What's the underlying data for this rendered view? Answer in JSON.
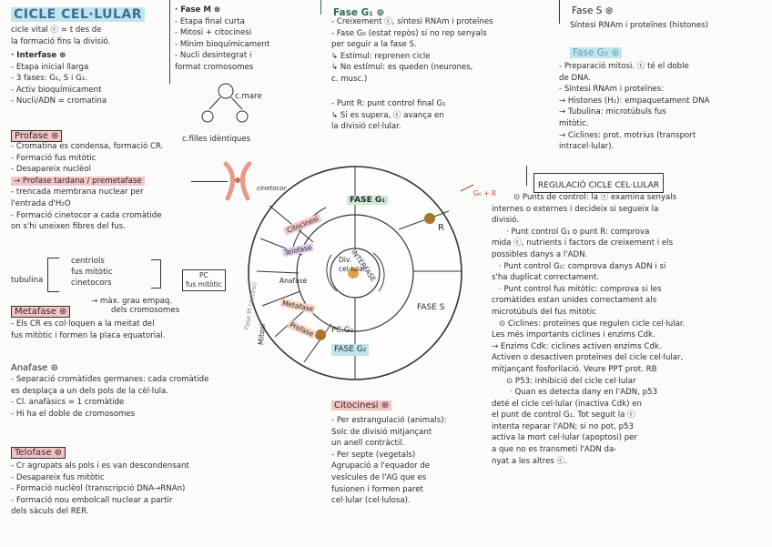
{
  "col1": {
    "title": "CICLE CEL·LULAR",
    "intro": [
      "cicle vital ⓒ = t des de",
      "la formació fins la divisió."
    ],
    "interfase": {
      "heading": "· Interfase ⊛",
      "items": [
        "- Etapa inicial llarga",
        "- 3 fases: G₁, S i G₂.",
        "- Activ bioquímicament",
        "- Nucli/ADN = cromatina"
      ]
    },
    "profase": {
      "heading": "Profase ⊛",
      "items": [
        "- Cromatina es condensa, formació CR.",
        "- Formació fus mitòtic",
        "- Desapareix nuclèol"
      ],
      "late_heading": "→ Profase tardana / premetafase",
      "late_items": [
        "- trencada membrana nuclear per",
        "  l'entrada d'H₂O",
        "- Formació cinetocor a cada cromàtide",
        "  on s'hi uneixen fibres del fus."
      ],
      "tubulina": "tubulina",
      "tub_items": [
        "centriols",
        "fus mitòtic",
        "cinetocors"
      ]
    },
    "metafase": {
      "heading": "Metafase ⊛",
      "note": [
        "→ màx. grau empaq.",
        "dels cromosomes"
      ],
      "items": [
        "- Els CR es col·loquen a la meitat del",
        "  fus mitòtic i formen la placa equatorial."
      ]
    },
    "anafase": {
      "heading": "Anafase ⊛",
      "items": [
        "- Separació cromàtides germanes: cada cromàtide",
        "  es desplaça a un dels pols de la cèl·lula.",
        "- Cl. anafàsics = 1 cromàtide",
        "- Hi ha el doble de cromosomes"
      ]
    },
    "telofase": {
      "heading": "Telofase ⊛",
      "items": [
        "- Cr agrupats als pols i es van descondensant",
        "- Desapareix fus mitòtic",
        "- Formació nuclèol (transcripció DNA→RNAn)",
        "- Formació nou embolcall nuclear a partir",
        "  dels sàculs del RER."
      ]
    }
  },
  "col2": {
    "faseM": {
      "heading": "· Fase M ⊛",
      "items": [
        "- Etapa final curta",
        "- Mitosi + citocinesi",
        "- Mínim bioquímicament",
        "- Nucli desintegrat i",
        "  format cromosomes"
      ]
    },
    "cmare": "c.mare",
    "cfilles": "c.filles idèntiques",
    "cinetocor": "cinetocor"
  },
  "diagram": {
    "fase_g1": "FASE G₁",
    "r": "R",
    "g0": "G₀ + R",
    "fase_s": "FASE S",
    "fase_g2": "FASE G₂",
    "pcg2": "PC.G₂",
    "interfase": "INTERFASE",
    "div": [
      "Div.",
      "cel·lular"
    ],
    "citocinesi": "Citocinesi",
    "telofase": "Telofase",
    "anafase": "Anafase",
    "metafase": "Metafase",
    "profase": "Profase",
    "mitosi": "Mitosi",
    "fasem": "Fase M (mitosi)",
    "pc": [
      "PC",
      "fus mitòtic"
    ]
  },
  "col3": {
    "fase_g1": {
      "heading": "Fase G₁ ⊛",
      "items": [
        "- Creixement ⓒ, síntesi RNAm i proteïnes",
        "- Fase G₀ (estat repòs) si no rep senyals",
        "  per seguir a la fase S.",
        "  ↳ Estímul: reprenen cicle",
        "  ↳ No estímul: es queden (neurones,",
        "     c. musc.)"
      ],
      "punt_r": [
        "- Punt R: punt control final G₁",
        "  ↳ Si es supera, ⓒ avança en",
        "     la divisió cel·lular."
      ]
    },
    "citocinesi": {
      "heading": "Citocinesi ⊛",
      "items": [
        "- Per estrangulació (animals):",
        "  Solc de divisió mitjançant",
        "  un anell contràctil.",
        "- Per septe (vegetals)",
        "  Agrupació a l'equador de",
        "  vesícules de l'AG que es",
        "  fusionen i formen paret",
        "  cel·lular (cel·lulosa)."
      ]
    }
  },
  "col4": {
    "fase_s": {
      "heading": "Fase S ⊛",
      "items": [
        "Síntesi RNAm i proteïnes (histones)"
      ]
    },
    "fase_g2": {
      "heading": "Fase G₂ ⊛",
      "items": [
        "- Preparació mitosi. ⓒ té el doble",
        "  de DNA.",
        "- Síntesi RNAm i proteïnes:",
        "  → Histones (H₁): empaquetament DNA",
        "  → Tubulina: microtúbuls fus",
        "     mitòtic.",
        "  → Ciclines: prot. motrius (transport",
        "     intracel·lular)."
      ]
    },
    "regulacio": {
      "heading": "REGULACIÓ CICLE CEL·LULAR",
      "items": [
        "⊙ Punts de control: la ⓒ examina senyals",
        "internes o externes i decideix si segueix la",
        "divisió.",
        "· Punt control G₁ o punt R: comprova",
        "mida ⓒ, nutrients i factors de creixement i els",
        "possibles danys a l'ADN.",
        "· Punt control G₂: comprova danys ADN i si",
        "s'ha duplicat correctament.",
        "· Punt control fus mitòtic: comprova si les",
        "cromàtides estan unides correctament als",
        "microtúbuls del fus mitòtic",
        "⊙ Ciclines: proteïnes que regulen cicle cel·lular.",
        "Les més importants ciclines i enzims Cdk.",
        "→ Enzims Cdk: ciclines activen enzims Cdk.",
        "Activen o desactiven proteïnes del cicle cel·lular,",
        "mitjançant fosforilació. Veure PPT prot. RB",
        "⊙ P53: inhibició del cicle cel·lular",
        "· Quan es detecta dany en l'ADN, p53",
        "deté el cicle cel·lular (inactiva Cdk) en",
        "el punt de control G₁. Tot seguit la ⓒ",
        "intenta reparar l'ADN; si no pot, p53",
        "activa la mort cel·lular (apoptosi) per",
        "a que no es transmeti l'ADN da-",
        "nyat a les altres ⓒ."
      ]
    }
  }
}
